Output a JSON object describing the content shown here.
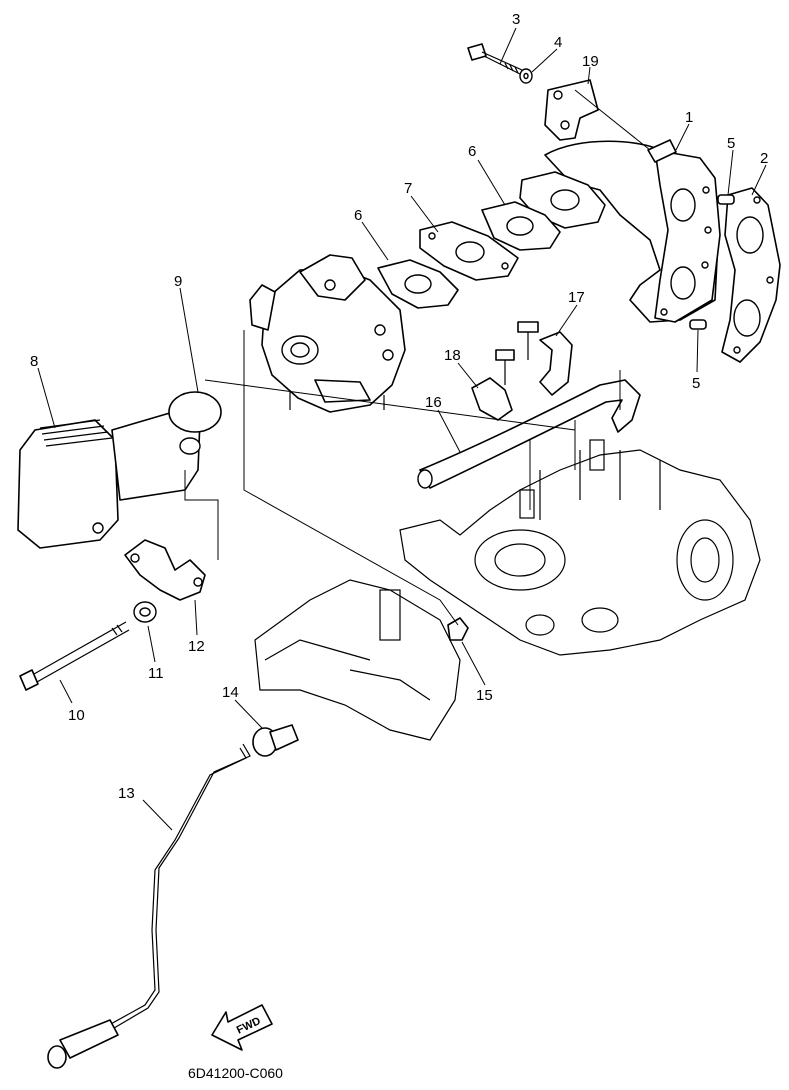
{
  "callouts": {
    "c1": "1",
    "c2": "2",
    "c3": "3",
    "c4": "4",
    "c5a": "5",
    "c5b": "5",
    "c6a": "6",
    "c6b": "6",
    "c7": "7",
    "c8": "8",
    "c9": "9",
    "c10": "10",
    "c11": "11",
    "c12": "12",
    "c13": "13",
    "c14": "14",
    "c15": "15",
    "c16": "16",
    "c17": "17",
    "c18": "18",
    "c19": "19"
  },
  "diagram_code": "6D41200-C060",
  "fwd_label": "FWD"
}
